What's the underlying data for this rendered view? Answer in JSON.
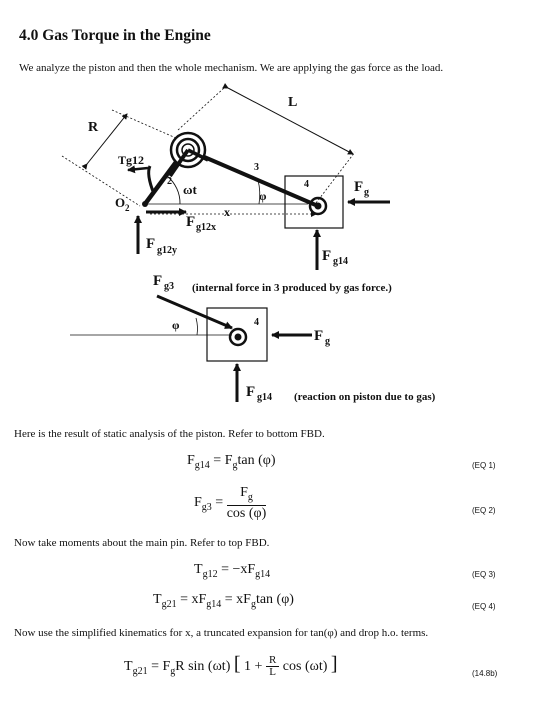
{
  "page": {
    "title": "4.0  Gas Torque in the Engine",
    "intro": "We analyze the piston and then the whole mechanism. We are applying the gas force as the load.",
    "piston_result_text": "Here is the result of static analysis of the piston. Refer to bottom FBD.",
    "moments_text": "Now take moments about the main pin. Refer to top FBD.",
    "kinematics_text": "Now use the simplified kinematics for x, a truncated expansion for tan(φ) and drop h.o. terms."
  },
  "diagram_top": {
    "label_L": "L",
    "label_R": "R",
    "label_Tg12": "Tg12",
    "label_link2": "2",
    "label_link3": "3",
    "label_link4": "4",
    "label_omega_t": "ωt",
    "label_phi": "φ",
    "label_x": "x",
    "label_O": "O",
    "label_O_sub": "2",
    "label_Fg": "F",
    "label_Fg_sub": "g",
    "label_Fg12x": "F",
    "label_Fg12x_sub": "g12x",
    "label_Fg12y": "F",
    "label_Fg12y_sub": "g12y",
    "label_Fg14": "F",
    "label_Fg14_sub": "g14"
  },
  "diagram_bottom": {
    "label_Fg3": "F",
    "label_Fg3_sub": "g3",
    "note_internal": "(internal force in 3 produced by gas force.)",
    "label_phi": "φ",
    "label_link4": "4",
    "label_Fg": "F",
    "label_Fg_sub": "g",
    "label_Fg14": "F",
    "label_Fg14_sub": "g14",
    "note_reaction": "(reaction on piston due to gas)"
  },
  "equations": {
    "eq1_tag": "(EQ 1)",
    "eq2_tag": "(EQ 2)",
    "eq3_tag": "(EQ 3)",
    "eq4_tag": "(EQ 4)",
    "eq5_tag": "(14.8b)"
  }
}
